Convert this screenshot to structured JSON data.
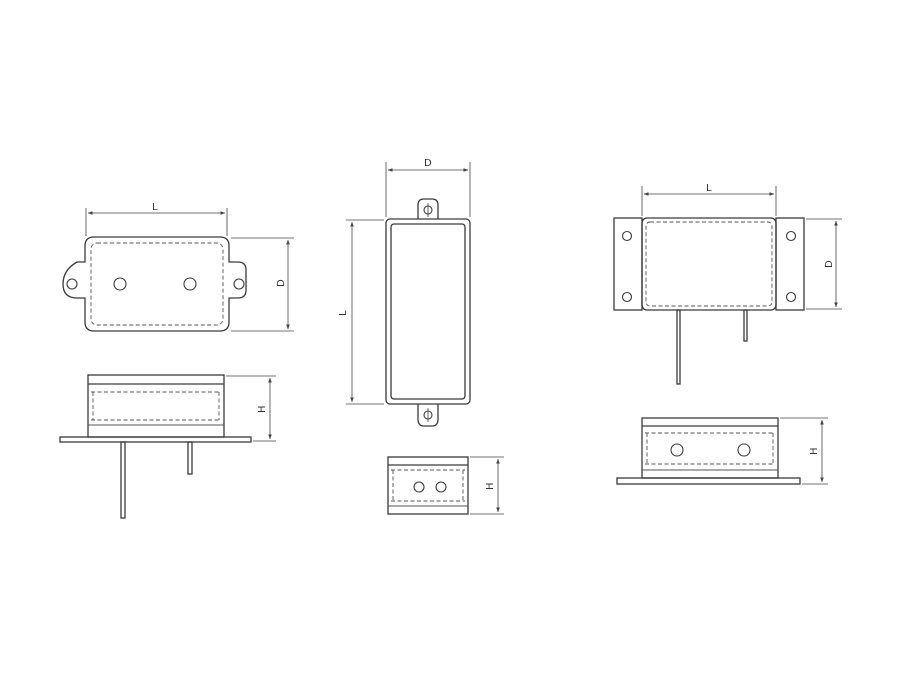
{
  "labels": {
    "length": "L",
    "depth": "D",
    "height": "H"
  }
}
